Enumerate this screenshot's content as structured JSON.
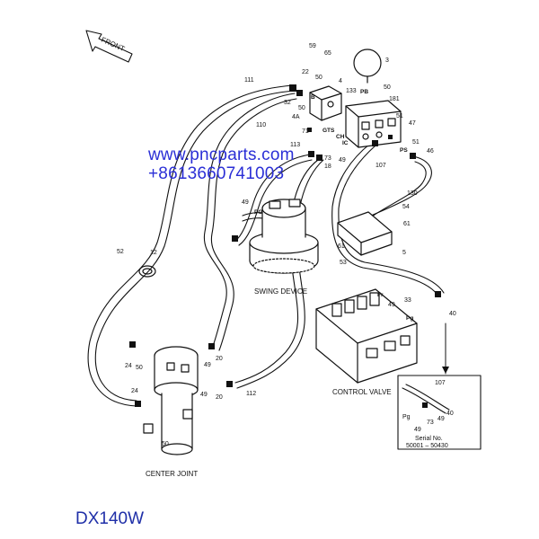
{
  "watermark": {
    "url": "www.pncparts.com",
    "phone": "+8613660741003"
  },
  "model": "DX140W",
  "direction_label": "FRONT",
  "component_labels": {
    "swing_device": "SWING DEVICE",
    "control_valve": "CONTROL VALVE",
    "center_joint": "CENTER JOINT"
  },
  "inset": {
    "serial_label": "Serial No.",
    "serial_range": "50001 – 50430",
    "callouts": [
      "107",
      "Pg",
      "49",
      "73",
      "40",
      "49"
    ]
  },
  "port_labels": [
    "PB",
    "GTS",
    "CH",
    "IC",
    "B",
    "PS",
    "PG",
    "Fr",
    "Pg"
  ],
  "part_callouts": [
    "59",
    "65",
    "22",
    "50",
    "32",
    "4",
    "133",
    "3",
    "50",
    "181",
    "50",
    "4A",
    "71",
    "51",
    "47",
    "73",
    "18",
    "49",
    "51",
    "46",
    "113",
    "107",
    "111",
    "110",
    "130",
    "54",
    "61",
    "61",
    "5",
    "53",
    "49",
    "12",
    "52",
    "33",
    "49",
    "40",
    "24",
    "50",
    "20",
    "49",
    "112",
    "24",
    "50",
    "20",
    "49"
  ]
}
